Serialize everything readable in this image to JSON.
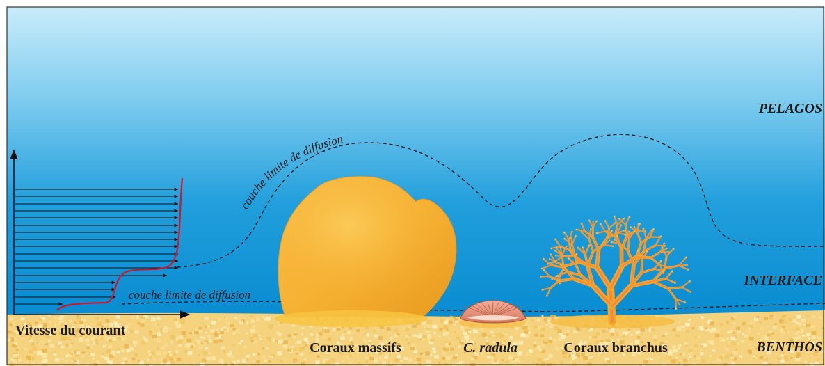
{
  "labels": {
    "pelagos": "PELAGOS",
    "interface": "INTERFACE",
    "benthos": "BENTHOS",
    "velocity_axis": "Vitesse du courant",
    "boundary_upper": "couche limite de diffusion",
    "boundary_lower": "couche limite de diffusion",
    "massive_corals": "Coraux massifs",
    "c_radula": "C. radula",
    "branching_corals": "Coraux branchus"
  },
  "colors": {
    "water_top": "#c6e9f8",
    "water_mid": "#3cb2e2",
    "water_bottom": "#0b8ed2",
    "sand": "#f4d27e",
    "sand_speckle_light": "#fbe6a8",
    "sand_speckle_dark": "#e8b44c",
    "massive_coral": "#f6b233",
    "massive_coral_shade": "#e99a1f",
    "branching_coral": "#f5a623",
    "branching_coral_pink": "#f07b5a",
    "shell": "#e88e7a",
    "velocity_profile": "#d4142a",
    "arrows": "#111111"
  }
}
